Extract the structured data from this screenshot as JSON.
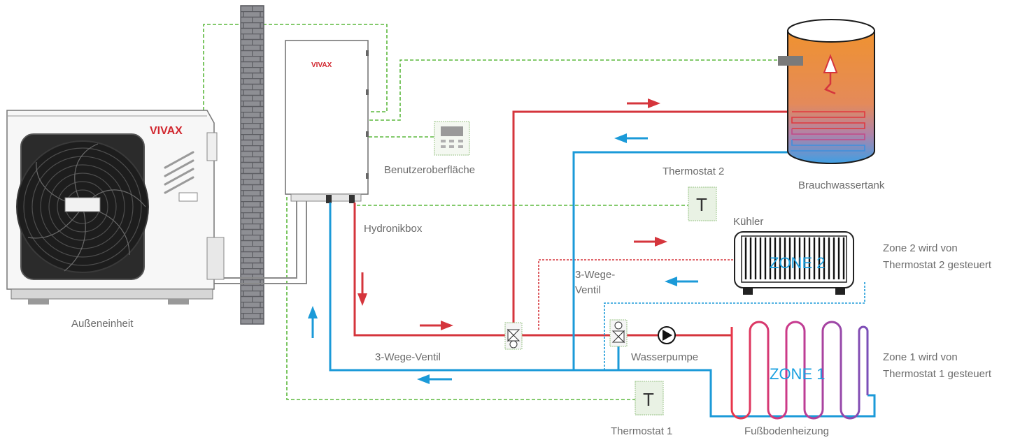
{
  "brand": "VIVAX",
  "labels": {
    "outdoor_unit": "Außeneinheit",
    "hydronic_box": "Hydronikbox",
    "user_interface": "Benutzeroberfläche",
    "thermostat_2": "Thermostat 2",
    "thermostat_1": "Thermostat 1",
    "hot_water_tank": "Brauchwassertank",
    "radiator": "Kühler",
    "zone2_desc_line1": "Zone 2 wird von",
    "zone2_desc_line2": "Thermostat 2 gesteuert",
    "zone1_desc_line1": "Zone 1 wird von",
    "zone1_desc_line2": "Thermostat 1 gesteuert",
    "valve_upper_line1": "3-Wege-",
    "valve_upper_line2": "Ventil",
    "valve_lower": "3-Wege-Ventil",
    "water_pump": "Wasserpumpe",
    "floor_heating": "Fußbodenheizung",
    "zone_2": "ZONE 2",
    "zone_1": "ZONE 1",
    "thermostat_symbol": "T"
  },
  "colors": {
    "hot_pipe": "#d5353c",
    "cold_pipe": "#1b9ad8",
    "control_wire": "#5cb83d",
    "brick": "#8f9095",
    "tank_top": "#f0932e",
    "tank_bottom": "#4fa6e2"
  }
}
